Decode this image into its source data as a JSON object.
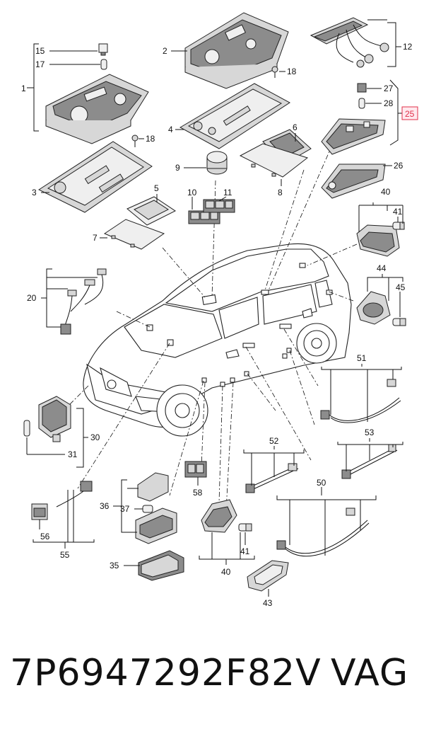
{
  "callouts": {
    "c1": "1",
    "c2": "2",
    "c3": "3",
    "c4": "4",
    "c5": "5",
    "c6": "6",
    "c7": "7",
    "c8": "8",
    "c9": "9",
    "c10": "10",
    "c11": "11",
    "c12": "12",
    "c15": "15",
    "c17": "17",
    "c18a": "18",
    "c18b": "18",
    "c20": "20",
    "c25": "25",
    "c26": "26",
    "c27": "27",
    "c28": "28",
    "c30": "30",
    "c31": "31",
    "c35": "35",
    "c36": "36",
    "c37": "37",
    "c40a": "40",
    "c40b": "40",
    "c41a": "41",
    "c41b": "41",
    "c43": "43",
    "c44": "44",
    "c45": "45",
    "c50": "50",
    "c51": "51",
    "c52": "52",
    "c53": "53",
    "c55": "55",
    "c56": "56",
    "c58": "58"
  },
  "highlight": {
    "label": "25",
    "color": "#e0304a"
  },
  "footer": {
    "part_number": "7P6947292F82V",
    "brand": "VAG"
  }
}
